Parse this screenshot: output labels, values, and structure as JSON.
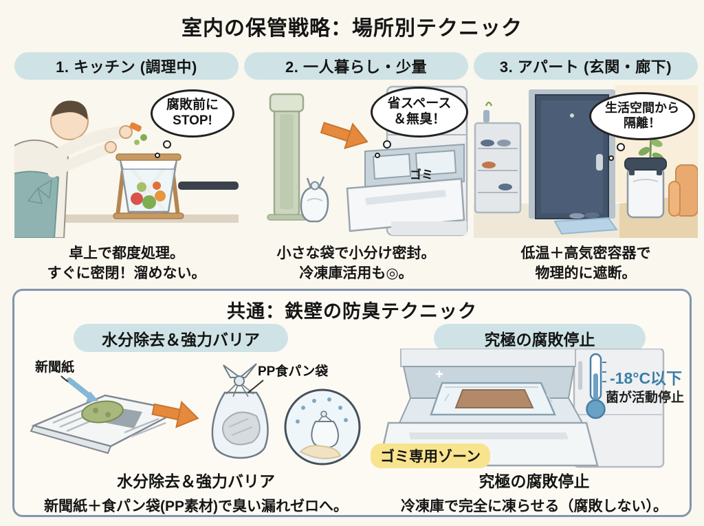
{
  "title": "室内の保管戦略：場所別テクニック",
  "panels": [
    {
      "header": "1. キッチン (調理中)",
      "bubble": {
        "line1": "腐敗前に",
        "line2": "STOP!"
      },
      "caption": {
        "line1": "卓上で都度処理。",
        "line2": "すぐに密閉！溜めない。"
      }
    },
    {
      "header": "2. 一人暮らし・少量",
      "bubble": {
        "line1": "省スペース",
        "line2": "＆無臭！"
      },
      "drawer_label": "ゴミ",
      "caption": {
        "line1": "小さな袋で小分け密封。",
        "line2": "冷凍庫活用も◎。"
      }
    },
    {
      "header": "3. アパート (玄関・廊下)",
      "bubble": {
        "line1": "生活空間から",
        "line2": "隔離！"
      },
      "caption": {
        "line1": "低温＋高気密容器で",
        "line2": "物理的に遮断。"
      }
    }
  ],
  "common": {
    "title": "共通：鉄壁の防臭テクニック",
    "left": {
      "header": "水分除去＆強力バリア",
      "newspaper_label": "新聞紙",
      "bag_label": "PP食パン袋",
      "caption": {
        "line1": "水分除去＆強力バリア",
        "line2": "新聞紙＋食パン袋(PP素材)で臭い漏れゼロへ。"
      }
    },
    "right": {
      "header": "究極の腐敗停止",
      "temp_label": "-18°C以下",
      "temp_note": "菌が活動停止",
      "zone_tag": "ゴミ専用ゾーン",
      "caption": {
        "line1": "究極の腐敗停止",
        "line2": "冷凍庫で完全に凍らせる（腐敗しない）。"
      }
    }
  },
  "colors": {
    "background": "#faf7ee",
    "pill_bg": "#cfe3e6",
    "box_border": "#8096ad",
    "highlight_yellow": "#f8e48e",
    "temp_blue": "#3c7fa6",
    "arrow_orange": "#e58a3d"
  }
}
